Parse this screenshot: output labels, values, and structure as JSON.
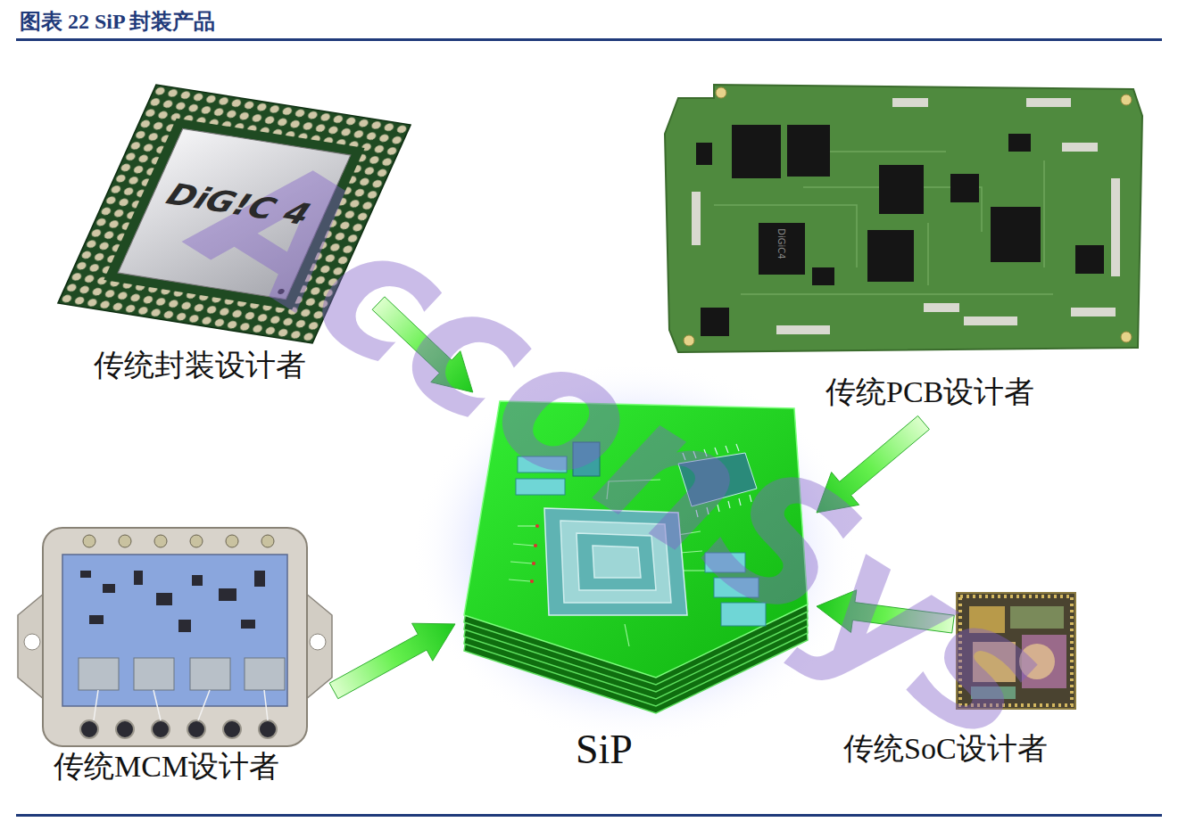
{
  "diagram": {
    "title": "图表 22 SiP 封装产品",
    "nodes": [
      {
        "text": [
          "传统封装设计者"
        ]
      },
      {
        "text": [
          "传统PCB设计者"
        ]
      },
      {
        "text": [
          "SiP"
        ]
      },
      {
        "text": [
          "传统MCM设计者"
        ]
      },
      {
        "text": [
          "传统SoC设计者"
        ]
      }
    ],
    "edges": [
      {
        "from": 0,
        "to": 2,
        "arrow": "to"
      },
      {
        "from": 1,
        "to": 2,
        "arrow": "to"
      },
      {
        "from": 3,
        "to": 2,
        "arrow": "to"
      },
      {
        "from": 4,
        "to": 2,
        "arrow": "to"
      }
    ],
    "labels": [
      "AcconSys",
      "DiG!C 4",
      "DiGiC4"
    ]
  }
}
